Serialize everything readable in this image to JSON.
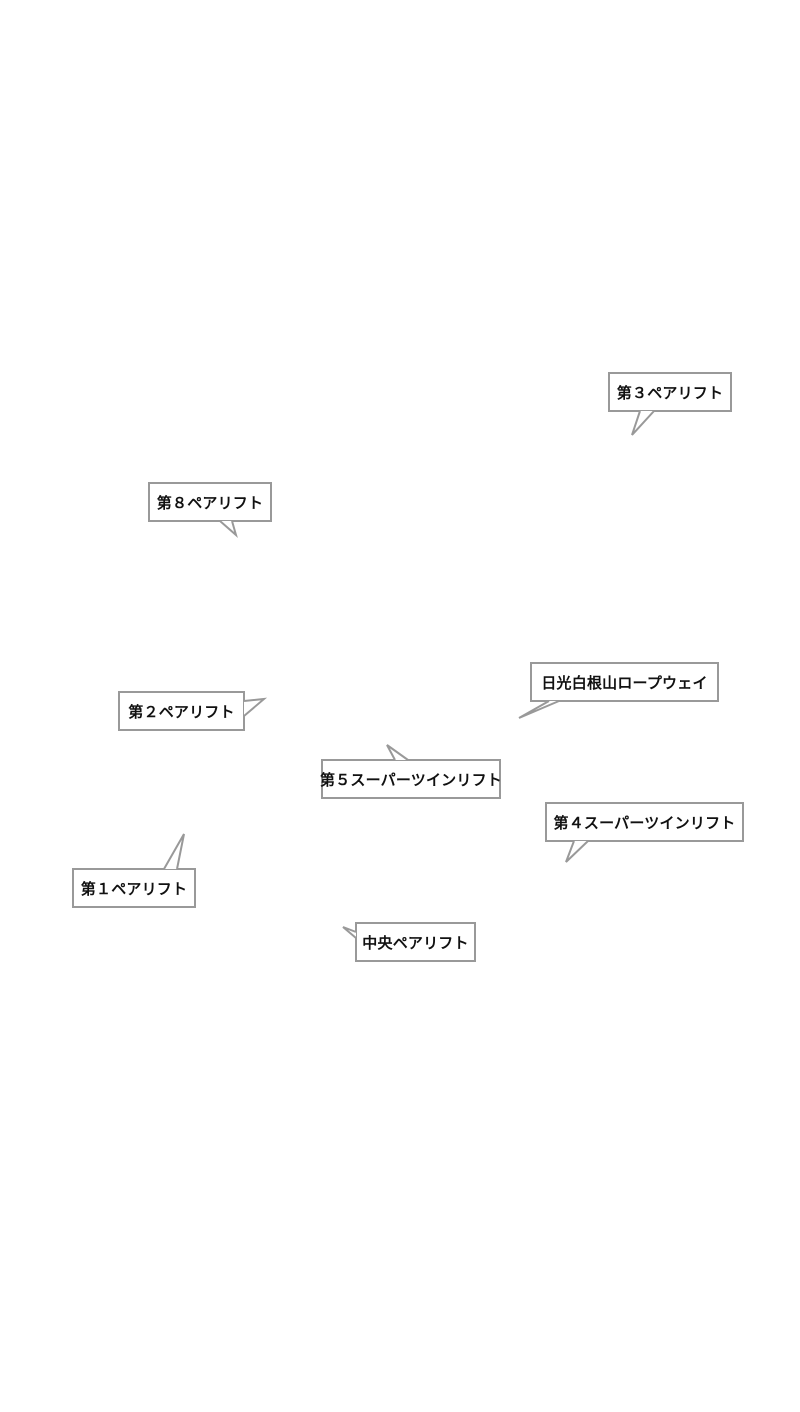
{
  "map": {
    "labels": {
      "lift_3": "第３ペアリフト",
      "lift_8": "第８ペアリフト",
      "ropeway": "日光白根山ロープウェイ",
      "lift_2": "第２ペアリフト",
      "lift_5": "第５スーパーツインリフト",
      "lift_4": "第４スーパーツインリフト",
      "lift_1": "第１ペアリフト",
      "central": "中央ペアリフト"
    }
  }
}
